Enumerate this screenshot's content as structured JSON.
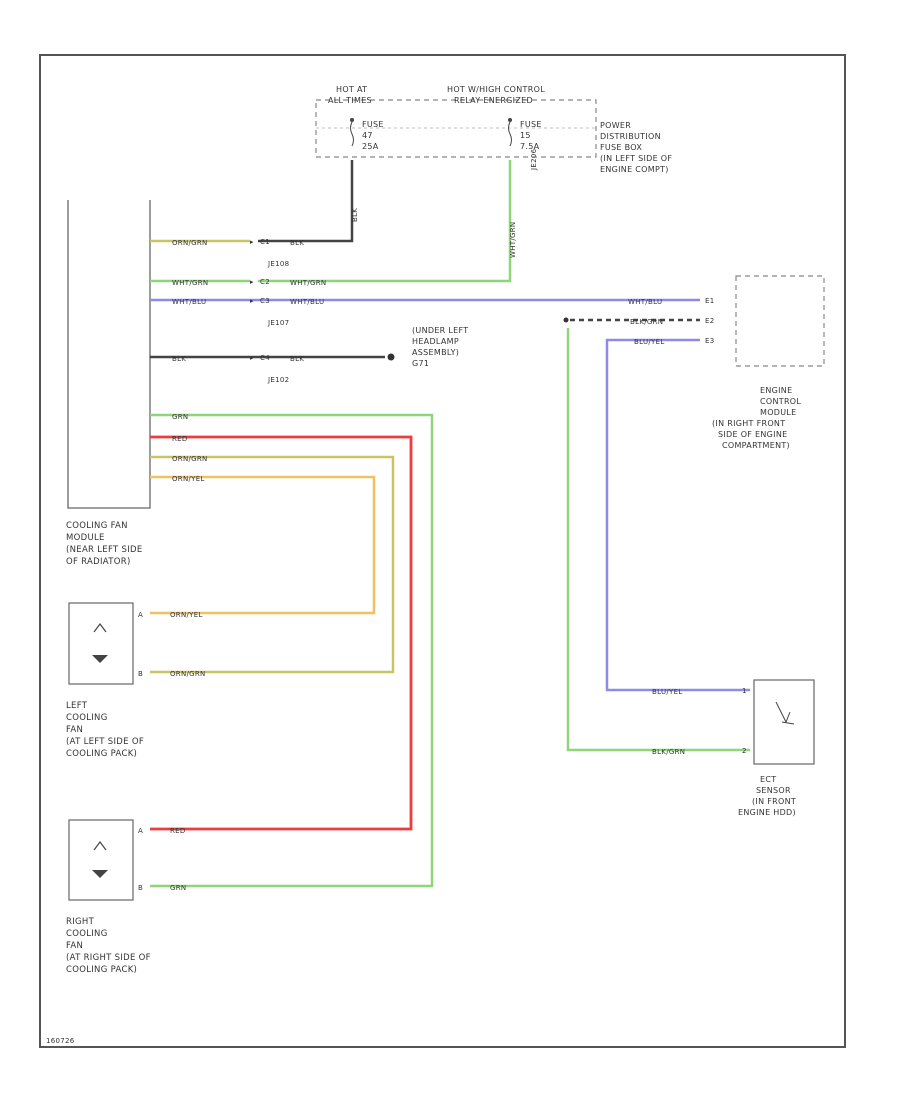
{
  "fuse_box": {
    "hot_label_1": "HOT AT",
    "hot_label_2": "ALL TIMES",
    "hot_relay_1": "HOT W/HIGH CONTROL",
    "hot_relay_2": "RELAY ENERGIZED",
    "fuse1_name": "FUSE",
    "fuse1_num": "47",
    "fuse1_amp": "25A",
    "fuse2_name": "FUSE",
    "fuse2_num": "15",
    "fuse2_amp": "7.5A",
    "label": [
      "POWER",
      "DISTRIBUTION",
      "FUSE BOX",
      "(IN LEFT SIDE OF",
      "ENGINE COMPT)"
    ],
    "side_label": "JE206"
  },
  "wires": {
    "w1": "ORN/GRN",
    "w1b": "BLK",
    "w_fuse1": "BLK",
    "w_fuse2": "WHT/GRN",
    "w2": "WHT/GRN",
    "w2b": "WHT/GRN",
    "w3": "WHT/BLU",
    "w3b": "WHT/BLU",
    "w3c": "WHT/BLU",
    "w4": "BLK",
    "w4b": "BLK",
    "ecm2": "BLK/GRN",
    "ecm3": "BLU/YEL",
    "grn": "GRN",
    "red": "RED",
    "orn_grn": "ORN/GRN",
    "orn_yel": "ORN/YEL",
    "lfan1": "ORN/YEL",
    "lfan2": "ORN/GRN",
    "rfan1": "RED",
    "rfan2": "GRN",
    "ect1": "BLU/YEL",
    "ect2": "BLK/GRN"
  },
  "connectors": {
    "je108": "JE108",
    "je107": "JE107",
    "je102": "JE102",
    "c1": "C1",
    "c2": "C2",
    "c3": "C3",
    "c4": "C4",
    "e1": "E1",
    "e2": "E2",
    "e3": "E3",
    "s1": "1",
    "s2": "2",
    "lf1": "A",
    "lf2": "B",
    "rf1": "A",
    "rf2": "B"
  },
  "ground": {
    "label": [
      "(UNDER LEFT",
      "HEADLAMP",
      "ASSEMBLY)",
      "G71"
    ]
  },
  "ecm": {
    "label": [
      "ENGINE",
      "CONTROL",
      "MODULE",
      "(IN RIGHT FRONT",
      "SIDE OF ENGINE",
      "COMPARTMENT)"
    ]
  },
  "cooling_module": {
    "label": [
      "COOLING FAN",
      "MODULE",
      "(NEAR LEFT SIDE",
      "OF RADIATOR)"
    ]
  },
  "left_fan": {
    "label": [
      "LEFT",
      "COOLING",
      "FAN",
      "(AT LEFT SIDE OF",
      "COOLING PACK)"
    ]
  },
  "right_fan": {
    "label": [
      "RIGHT",
      "COOLING",
      "FAN",
      "(AT RIGHT SIDE OF",
      "COOLING PACK)"
    ]
  },
  "ect_sensor": {
    "label": [
      "ECT",
      "SENSOR",
      "(IN FRONT",
      "ENGINE HDD)"
    ]
  },
  "footer": {
    "code": "160726"
  },
  "colors": {
    "green": "#8ed67a",
    "red": "#ee3b3b",
    "olive": "#c9c466",
    "orange": "#f2c060",
    "blue": "#8c8ce6",
    "black": "#444444",
    "frame": "#555555"
  }
}
